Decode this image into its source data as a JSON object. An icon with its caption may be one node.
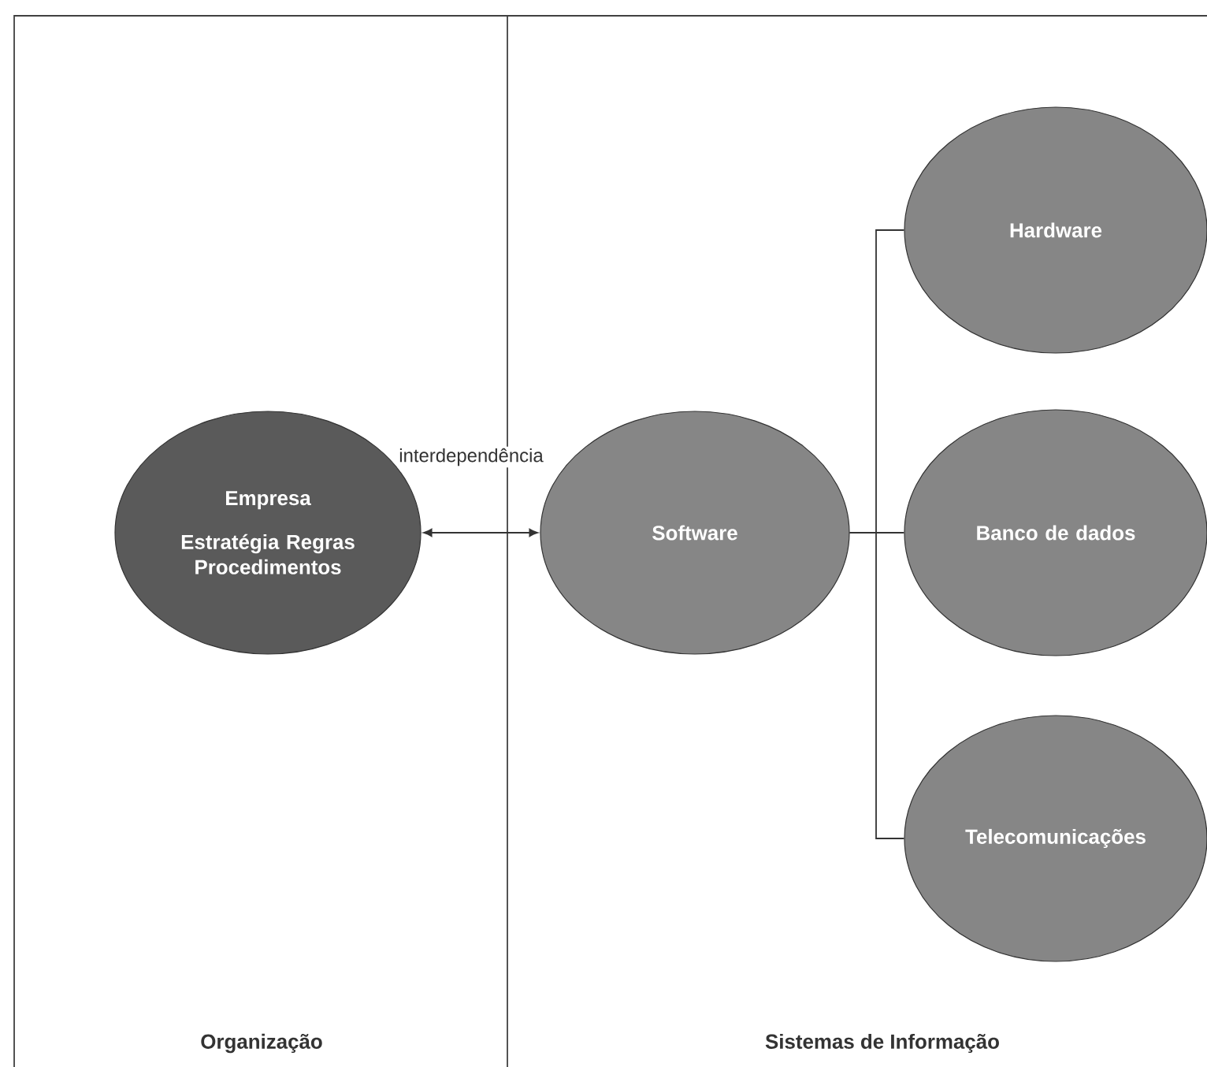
{
  "diagram": {
    "nodes": [
      {
        "text": [
          "Empresa",
          "Estratégia Regras Procedimentos"
        ]
      },
      {
        "text": [
          "Software"
        ]
      },
      {
        "text": [
          "Hardware"
        ]
      },
      {
        "text": [
          "Banco de dados"
        ]
      },
      {
        "text": [
          "Telecomunicações"
        ]
      }
    ],
    "edges": [
      {
        "from": 0,
        "to": 1,
        "arrow": "both",
        "label": "interdependência"
      },
      {
        "from": 1,
        "to": 2,
        "arrow": "none"
      },
      {
        "from": 1,
        "to": 3,
        "arrow": "none"
      },
      {
        "from": 1,
        "to": 4,
        "arrow": "none"
      }
    ],
    "labels": [
      "Organização",
      "Sistemas de Informação"
    ]
  }
}
